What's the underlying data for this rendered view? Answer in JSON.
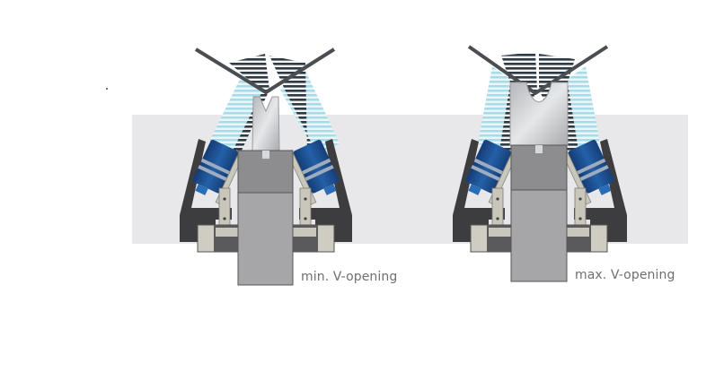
{
  "diagram": {
    "subject": "Press brake angle measurement with laser sensors on upper tool and die",
    "background_band_color": "#e8e8ea",
    "colors": {
      "sheet": "#4a4d52",
      "sensor_blue": "#1d4f8f",
      "laser_light": "#a8dbe8",
      "laser_dark": "#2e3a44",
      "housing_dark": "#3d3d40",
      "die_gray": "#a6a6a8",
      "punch_silver": "#c8c9cb",
      "bracket_beige": "#c9c6bb"
    },
    "panels": [
      {
        "id": "min",
        "caption": "min. V-opening"
      },
      {
        "id": "max",
        "caption": "max. V-opening"
      }
    ]
  }
}
